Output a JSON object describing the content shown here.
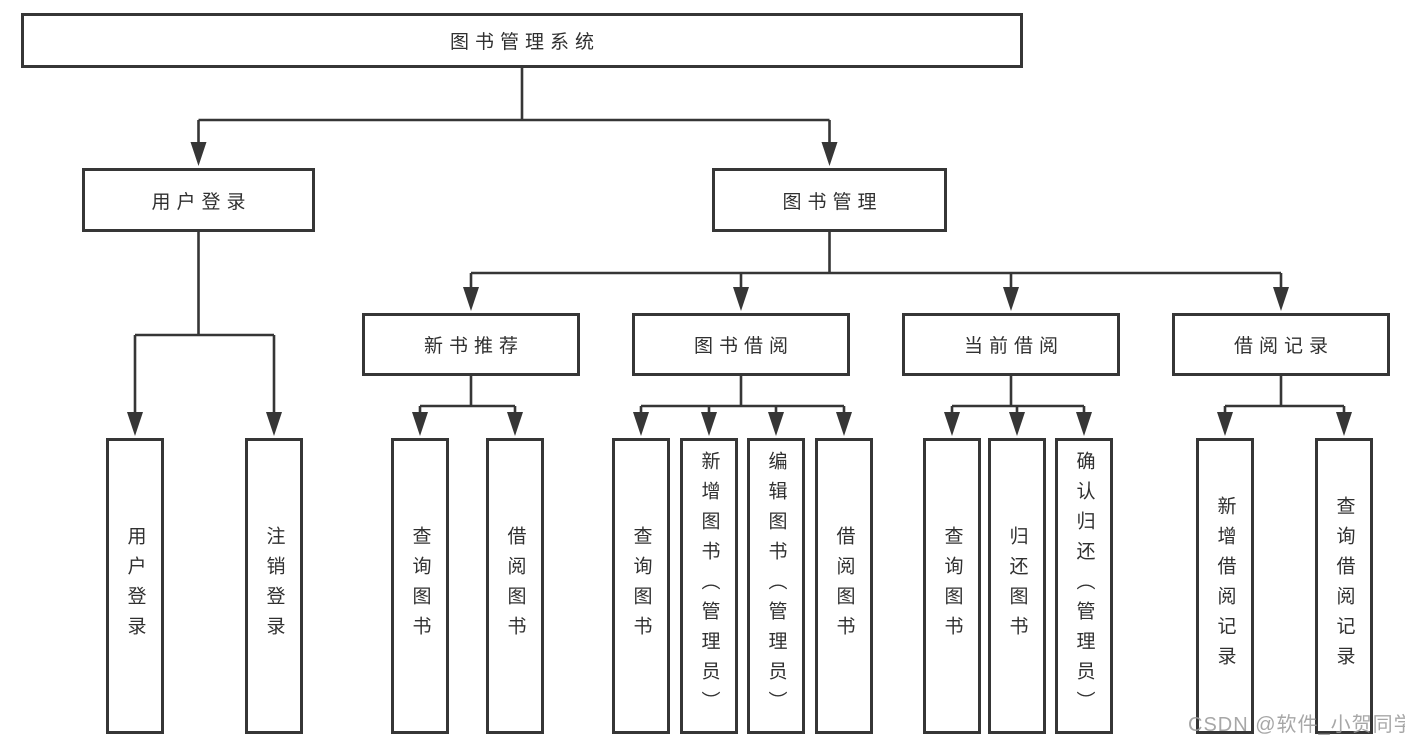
{
  "diagram": {
    "root": {
      "label": "图书管理系统"
    },
    "level2": [
      {
        "label": "用户登录"
      },
      {
        "label": "图书管理"
      }
    ],
    "level3": [
      {
        "label": "新书推荐"
      },
      {
        "label": "图书借阅"
      },
      {
        "label": "当前借阅"
      },
      {
        "label": "借阅记录"
      }
    ],
    "leaves": [
      {
        "label": "用户登录"
      },
      {
        "label": "注销登录"
      },
      {
        "label": "查询图书"
      },
      {
        "label": "借阅图书"
      },
      {
        "label": "查询图书"
      },
      {
        "label": "新增图书（管理员）"
      },
      {
        "label": "编辑图书（管理员）"
      },
      {
        "label": "借阅图书"
      },
      {
        "label": "查询图书"
      },
      {
        "label": "归还图书"
      },
      {
        "label": "确认归还（管理员）"
      },
      {
        "label": "新增借阅记录"
      },
      {
        "label": "查询借阅记录"
      }
    ],
    "colors": {
      "line": "#363636",
      "box_border": "#363636",
      "text": "#303030",
      "background": "#ffffff",
      "watermark": "#9b9b9b"
    }
  },
  "watermark": {
    "text": "CSDN @软件_小贺同学"
  }
}
